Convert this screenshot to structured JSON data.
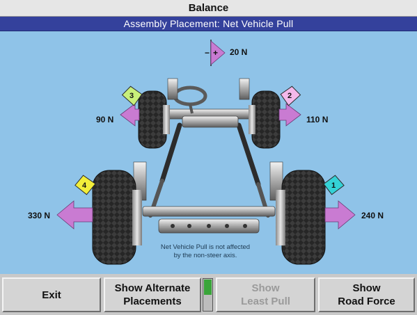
{
  "window": {
    "title": "Balance"
  },
  "header": {
    "subtitle": "Assembly Placement: Net Vehicle Pull"
  },
  "vehicle": {
    "net_pull": "20 N",
    "steer_axis_sign": "+",
    "steer_axis_minus": "−",
    "positions": [
      {
        "id": "3",
        "force": "90 N",
        "tag_color": "#c8ef7a"
      },
      {
        "id": "2",
        "force": "110 N",
        "tag_color": "#f3b8ea"
      },
      {
        "id": "4",
        "force": "330 N",
        "tag_color": "#f2ee3a"
      },
      {
        "id": "1",
        "force": "240 N",
        "tag_color": "#34d2d6"
      }
    ],
    "note_line1": "Net Vehicle Pull is not affected",
    "note_line2": "by the non-steer axis.",
    "arrow_color": "#c97bd2"
  },
  "toolbar": {
    "exit": "Exit",
    "alternate_line1": "Show Alternate",
    "alternate_line2": "Placements",
    "least_line1": "Show",
    "least_line2": "Least Pull",
    "roadforce_line1": "Show",
    "roadforce_line2": "Road Force",
    "meter_level": 0.5
  }
}
